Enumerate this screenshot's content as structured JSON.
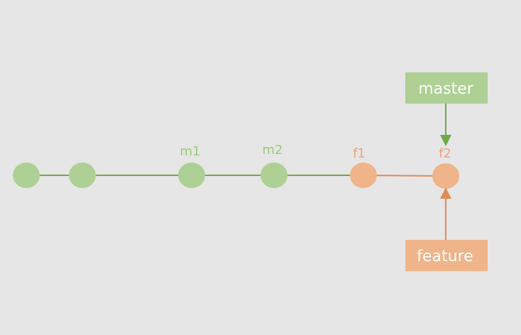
{
  "colors": {
    "background": "#e6e6e6",
    "master_green": "#aed094",
    "master_line": "#6fa84a",
    "feature_orange": "#efb489",
    "feature_line": "#e08a55",
    "label_green": "#99c97a",
    "label_orange": "#efa27a"
  },
  "commits": [
    {
      "id": "c0",
      "label": "",
      "branch": "master"
    },
    {
      "id": "c1",
      "label": "",
      "branch": "master"
    },
    {
      "id": "m1",
      "label": "m1",
      "branch": "master"
    },
    {
      "id": "m2",
      "label": "m2",
      "branch": "master"
    },
    {
      "id": "f1",
      "label": "f1",
      "branch": "feature"
    },
    {
      "id": "f2",
      "label": "f2",
      "branch": "feature"
    }
  ],
  "branches": {
    "master": {
      "label": "master",
      "points_to": "f2"
    },
    "feature": {
      "label": "feature",
      "points_to": "f2"
    }
  }
}
